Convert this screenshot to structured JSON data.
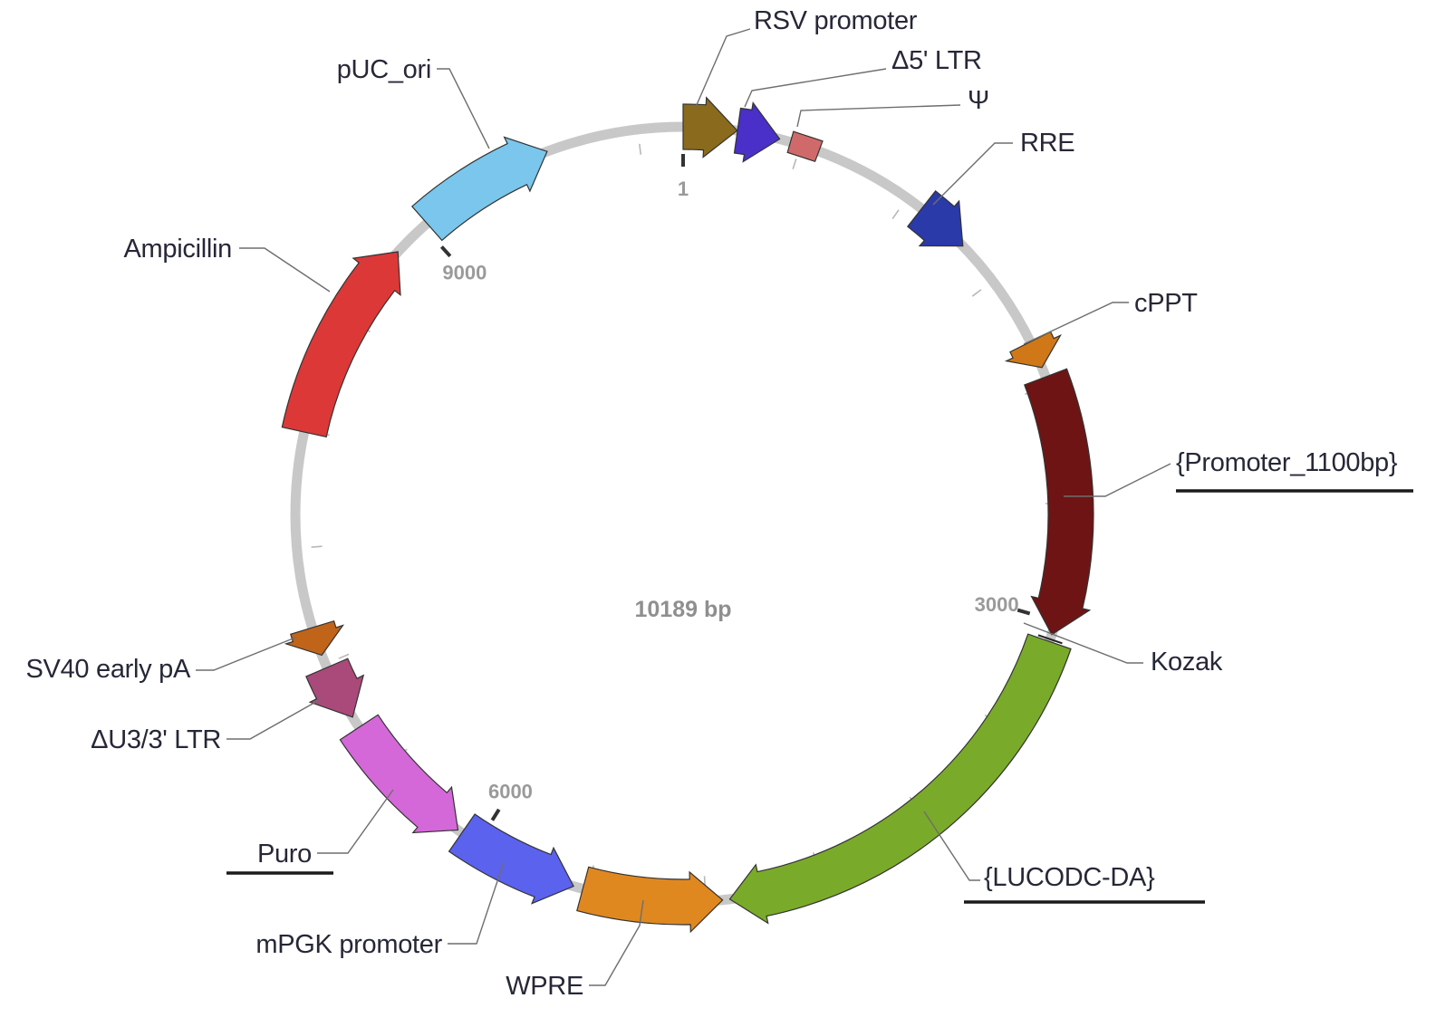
{
  "map": {
    "total_bp": 10189,
    "size_label": "10189 bp",
    "backbone_color": "#c8c8c8",
    "ticks": [
      {
        "bp": 1,
        "label": "1"
      },
      {
        "bp": 3000,
        "label": "3000"
      },
      {
        "bp": 6000,
        "label": "6000"
      },
      {
        "bp": 9000,
        "label": "9000"
      }
    ]
  },
  "features": [
    {
      "name": "RSV promoter",
      "start": 1,
      "end": 228,
      "direction": 1,
      "color": "#8a6a1c",
      "underlined": false
    },
    {
      "name": "Δ5' LTR",
      "start": 229,
      "end": 409,
      "direction": 1,
      "color": "#4a2fc8",
      "underlined": false
    },
    {
      "name": "Ψ",
      "start": 456,
      "end": 581,
      "direction": 0,
      "color": "#d06a6a",
      "underlined": false
    },
    {
      "name": "RRE",
      "start": 1075,
      "end": 1308,
      "direction": 1,
      "color": "#2a3aa8",
      "underlined": false
    },
    {
      "name": "cPPT",
      "start": 1800,
      "end": 1918,
      "direction": 1,
      "color": "#d07818",
      "underlined": false
    },
    {
      "name": "{Promoter_1100bp}",
      "start": 1960,
      "end": 3060,
      "direction": 1,
      "color": "#6e1414",
      "underlined": true
    },
    {
      "name": "Kozak",
      "start": 3080,
      "end": 3092,
      "direction": 0,
      "color": "#333333",
      "underlined": false
    },
    {
      "name": "{LUCODC-DA}",
      "start": 3090,
      "end": 4900,
      "direction": 1,
      "color": "#7aaa2a",
      "underlined": true
    },
    {
      "name": "WPRE",
      "start": 4930,
      "end": 5520,
      "direction": -1,
      "color": "#e08820",
      "underlined": false
    },
    {
      "name": "mPGK promoter",
      "start": 5560,
      "end": 6080,
      "direction": -1,
      "color": "#5a62ee",
      "underlined": false
    },
    {
      "name": "Puro",
      "start": 6100,
      "end": 6700,
      "direction": -1,
      "color": "#d468d8",
      "underlined": true
    },
    {
      "name": "ΔU3/3' LTR",
      "start": 6750,
      "end": 6984,
      "direction": -1,
      "color": "#aa4a7a",
      "underlined": false
    },
    {
      "name": "SV40 early pA",
      "start": 7040,
      "end": 7162,
      "direction": -1,
      "color": "#c0641a",
      "underlined": false
    },
    {
      "name": "Ampicillin",
      "start": 7990,
      "end": 8850,
      "direction": 1,
      "color": "#dc3838",
      "underlined": false
    },
    {
      "name": "pUC_ori",
      "start": 9020,
      "end": 9609,
      "direction": 1,
      "color": "#7ac6ec",
      "underlined": false
    }
  ]
}
